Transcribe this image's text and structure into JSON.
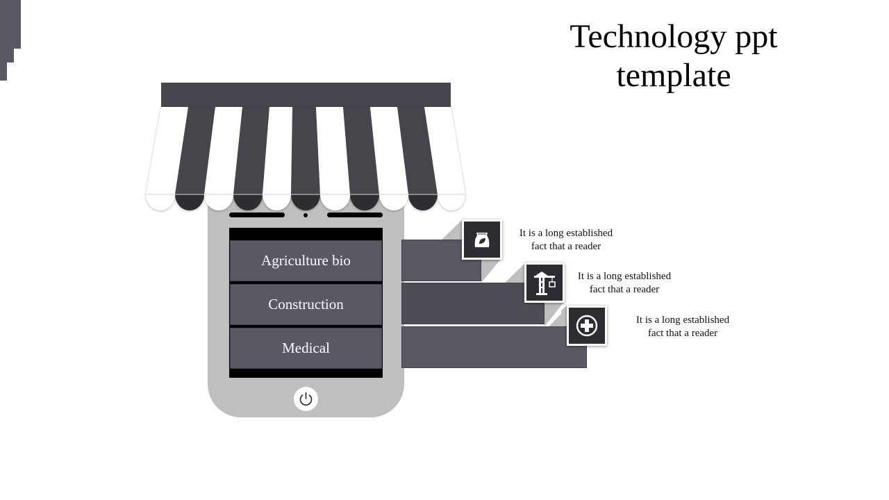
{
  "slide": {
    "title_line1": "Technology ppt",
    "title_line2": "template"
  },
  "colors": {
    "awning_dark": "#46444c",
    "awning_light": "#ffffff",
    "phone_body": "#bfbfbf",
    "menu_row": "#5b5864",
    "step_dark": "#4e4c55",
    "icon_box": "#2d2c32"
  },
  "menu": [
    {
      "label": "Agriculture bio"
    },
    {
      "label": "Construction"
    },
    {
      "label": "Medical"
    }
  ],
  "items": [
    {
      "icon": "seed-bag-icon",
      "line1": "It is a long established",
      "line2": "fact that a reader"
    },
    {
      "icon": "crane-icon",
      "line1": "It is a long established",
      "line2": "fact that a reader"
    },
    {
      "icon": "medical-cross-icon",
      "line1": "It is a long established",
      "line2": "fact that a reader"
    }
  ],
  "power_icon": "power-icon"
}
